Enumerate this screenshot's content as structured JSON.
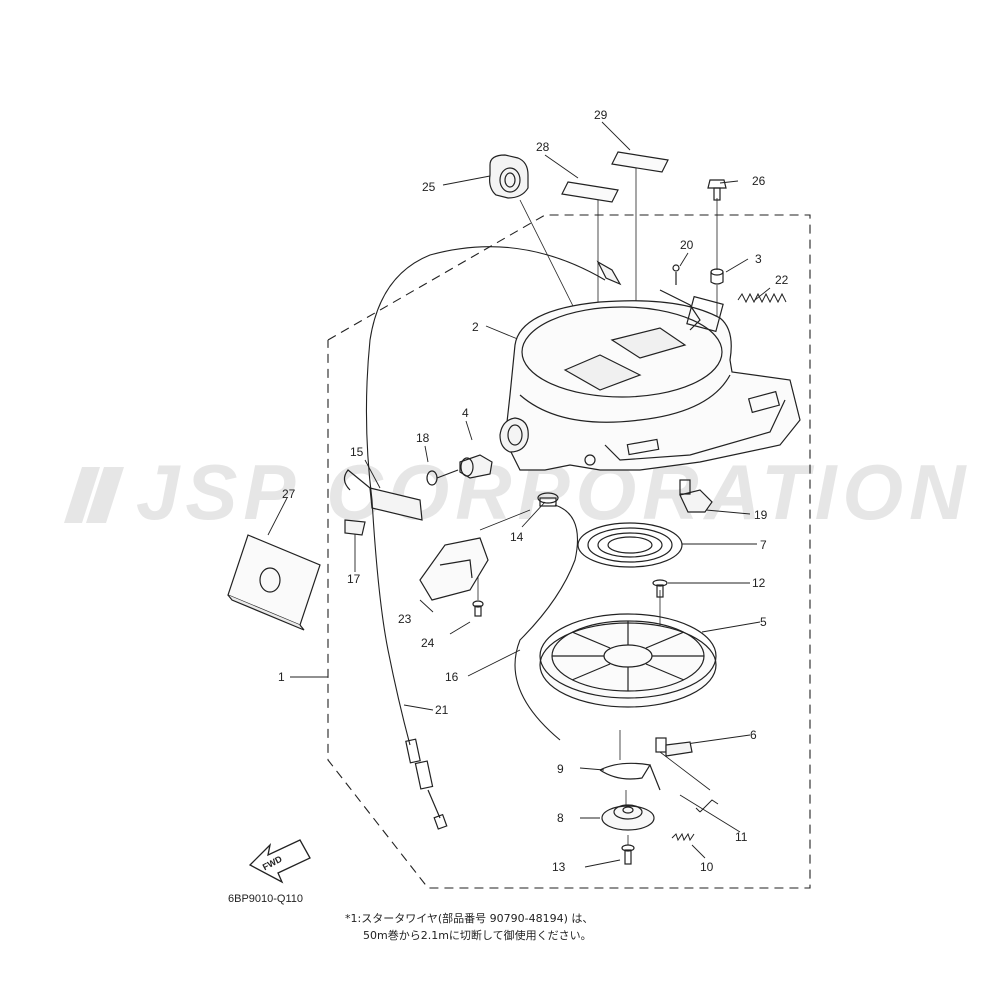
{
  "watermark": {
    "text": "JSP CORPORATION"
  },
  "diagram": {
    "code": "6BP9010-Q110",
    "note_line1": "*1:スタータワイヤ(部品番号 90790-48194) は、",
    "note_line2": "50m巻から2.1mに切断して御使用ください。",
    "fwd_label": "FWD"
  },
  "callouts": {
    "c1": "1",
    "c2": "2",
    "c3": "3",
    "c4": "4",
    "c5": "5",
    "c6": "6",
    "c7": "7",
    "c8": "8",
    "c9": "9",
    "c10": "10",
    "c11": "11",
    "c12": "12",
    "c13": "13",
    "c14": "14",
    "c15": "15",
    "c16": "16",
    "c17": "17",
    "c18": "18",
    "c19": "19",
    "c20": "20",
    "c21": "21",
    "c22": "22",
    "c23": "23",
    "c24": "24",
    "c25": "25",
    "c26": "26",
    "c27": "27",
    "c28": "28",
    "c29": "29"
  }
}
